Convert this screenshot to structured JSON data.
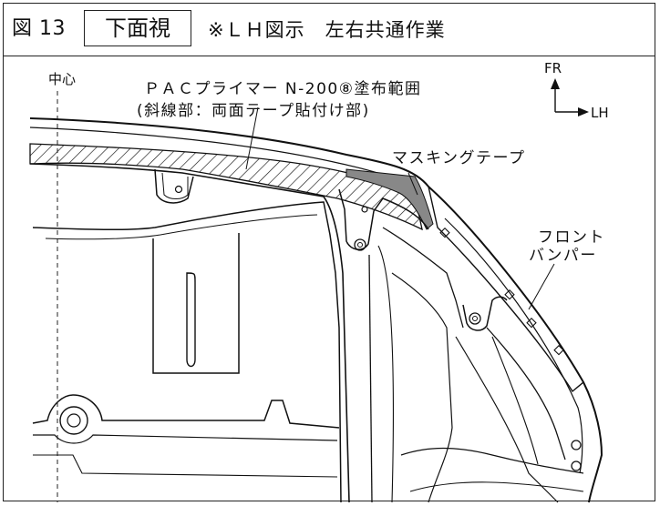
{
  "header": {
    "figure_number": "図 13",
    "view_title": "下面視",
    "note": "※ＬＨ図示　左右共通作業"
  },
  "labels": {
    "center": "中心",
    "primer_line1": "ＰＡＣプライマー N-200⑧塗布範囲",
    "primer_line2": "(斜線部：両面テープ貼付け部)",
    "masking_tape": "マスキングテープ",
    "front_bumper_line1": "フロント",
    "front_bumper_line2": "バンパー"
  },
  "orientation": {
    "up": "FR",
    "right": "LH"
  }
}
